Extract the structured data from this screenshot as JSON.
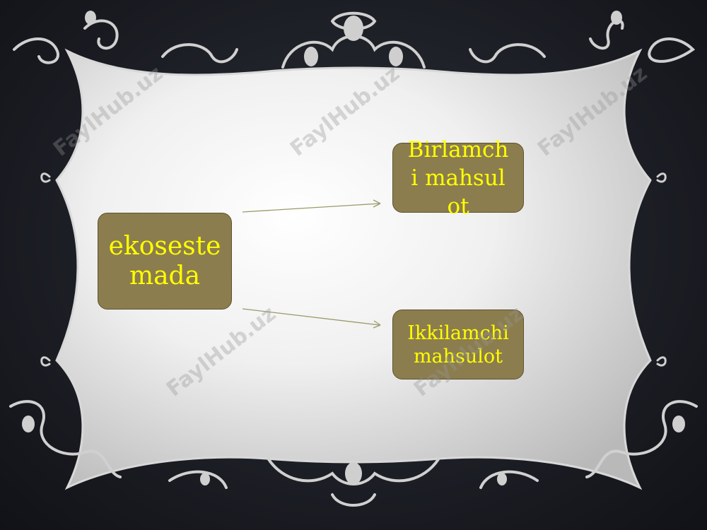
{
  "diagram": {
    "source_label": "ekosestemada",
    "targets": [
      {
        "label": "Birlamchi mahsulot"
      },
      {
        "label": "Ikkilamchi mahsulot"
      }
    ]
  },
  "watermark": {
    "text": "FaylHub.uz"
  },
  "colors": {
    "background": "#1d1f26",
    "frame_fill": "#e6e6e6",
    "frame_ornament": "#cfcfcf",
    "node_fill": "#8c7d4f",
    "node_text": "#ffff00",
    "connector": "#9a9a6a"
  }
}
